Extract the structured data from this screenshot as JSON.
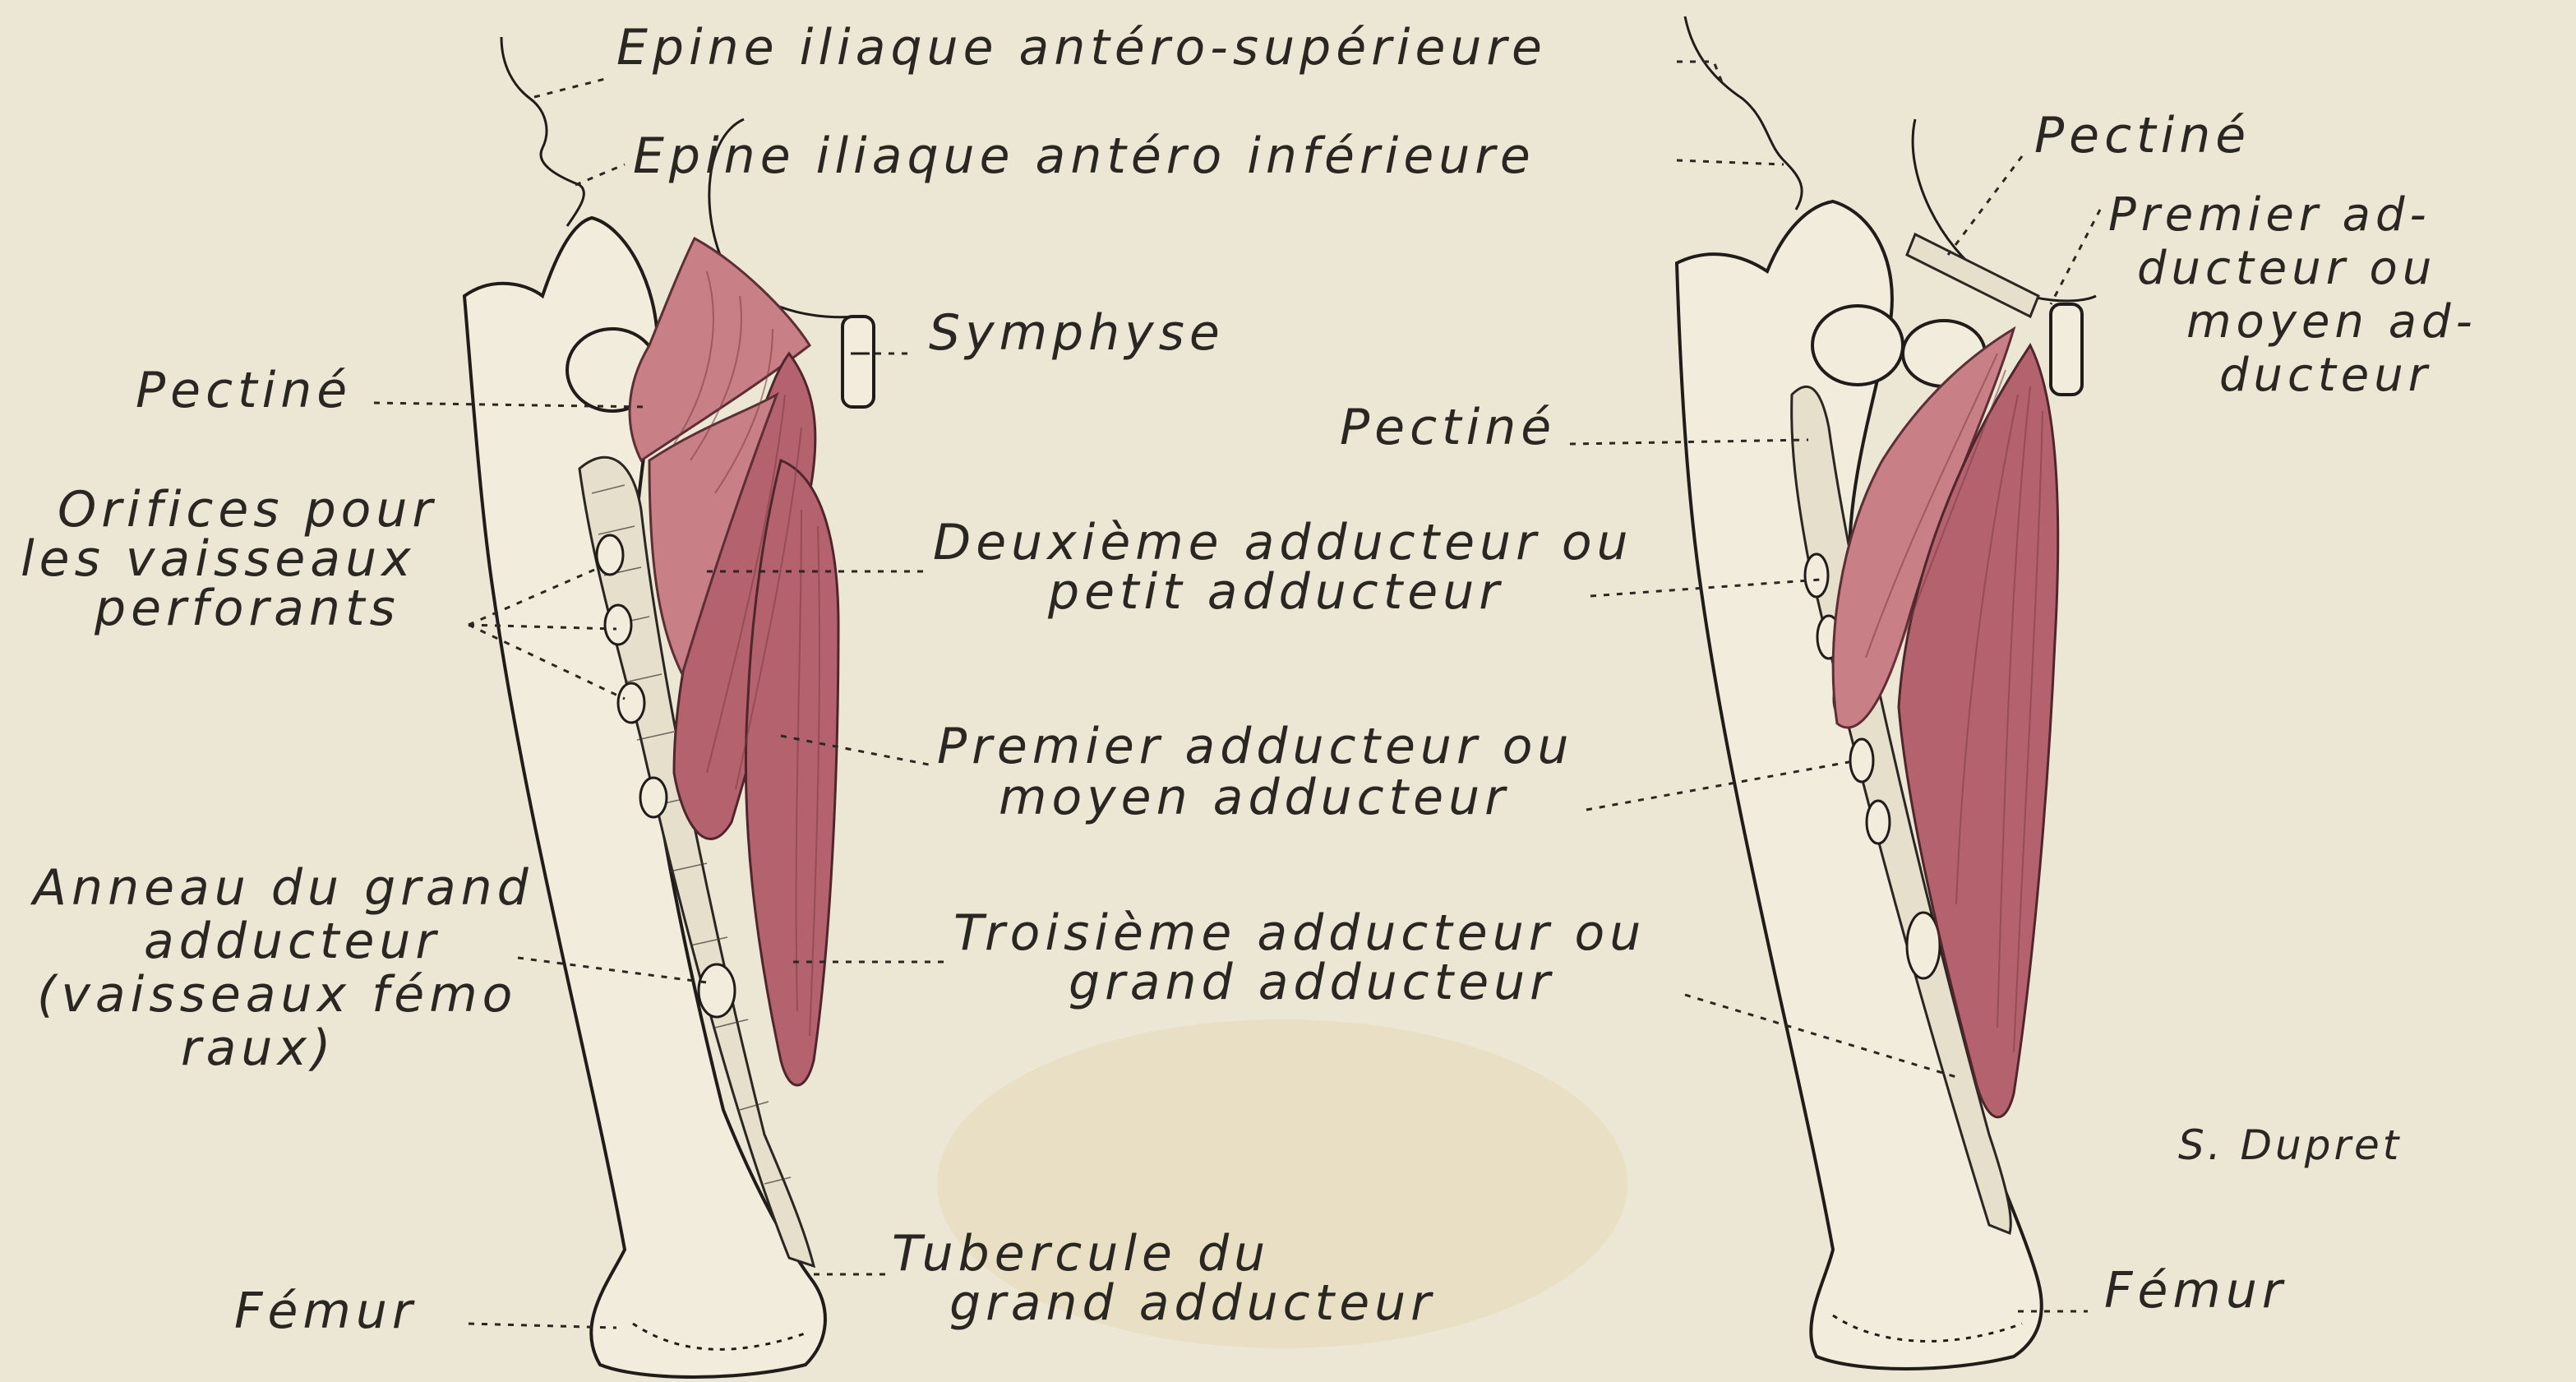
{
  "labels": {
    "epine_sup": "Epine iliaque antéro-supérieure",
    "epine_inf": "Epine iliaque antéro inférieure",
    "symphyse": "Symphyse",
    "pectine_left": "Pectiné",
    "orifices": [
      "Orifices pour",
      "les vaisseaux",
      "perforants"
    ],
    "deuxieme": [
      "Deuxième adducteur ou",
      "petit adducteur"
    ],
    "premier_center": [
      "Premier adducteur ou",
      "moyen adducteur"
    ],
    "anneau": [
      "Anneau du grand",
      "adducteur",
      "(vaisseaux fémo",
      "raux)"
    ],
    "troisieme": [
      "Troisième adducteur ou",
      "grand adducteur"
    ],
    "tubercule": [
      "Tubercule du",
      "grand adducteur"
    ],
    "femur_left": "Fémur",
    "pectine_right_top": "Pectiné",
    "premier_right": [
      "Premier ad-",
      "ducteur ou",
      "moyen ad-",
      "ducteur"
    ],
    "pectine_right_mid": "Pectiné",
    "femur_right": "Fémur",
    "signature": "S. Dupret"
  },
  "colors": {
    "paper": "#ece6d4",
    "muscle": "#c97f86",
    "muscle_dark": "#b4626d",
    "ink": "#2a2622"
  }
}
